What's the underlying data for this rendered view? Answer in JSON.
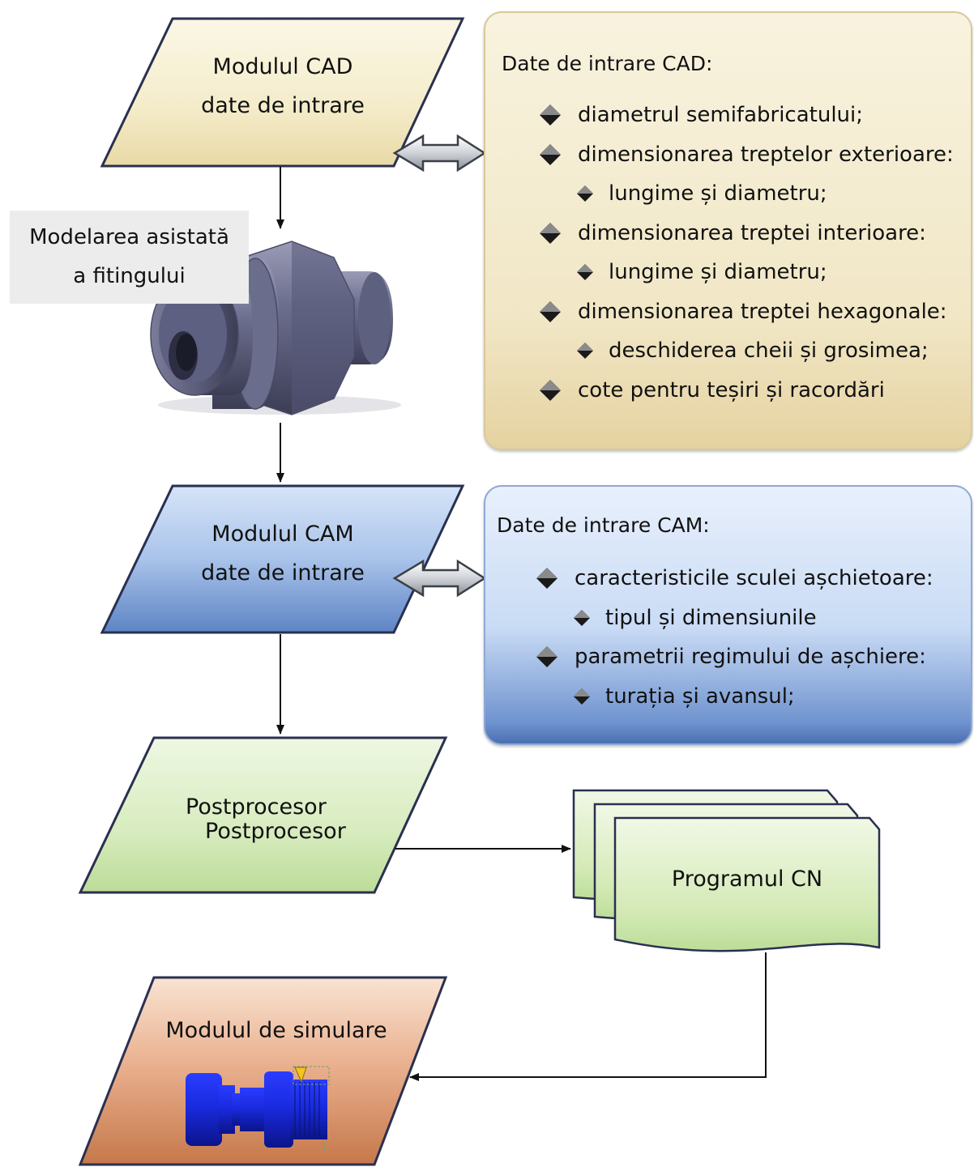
{
  "colors": {
    "cad_fill": "#f3ebc9",
    "cam_fill": "#8aaee0",
    "post_fill": "#d4eab8",
    "sim_fill": "#e3a27a",
    "program_fill": "#cfe6b0"
  },
  "flow": {
    "cad": {
      "line1": "Modulul CAD",
      "line2": "date de intrare"
    },
    "cam": {
      "line1": "Modulul CAM",
      "line2": "date de intrare"
    },
    "post": {
      "line1": "Postprocesor",
      "line2": "Postprocesor"
    },
    "program": {
      "label": "Programul CN"
    },
    "sim": {
      "label": "Modulul de simulare"
    }
  },
  "model_label": {
    "line1": "Modelarea asistată",
    "line2": "a fitingului"
  },
  "cad_panel": {
    "title": "Date de intrare CAD:",
    "items": [
      {
        "level": 1,
        "text": "diametrul semifabricatului;"
      },
      {
        "level": 1,
        "text": "dimensionarea treptelor exterioare:"
      },
      {
        "level": 2,
        "text": "lungime și diametru;"
      },
      {
        "level": 1,
        "text": "dimensionarea treptei interioare:"
      },
      {
        "level": 2,
        "text": "lungime și diametru;"
      },
      {
        "level": 1,
        "text": "dimensionarea treptei hexagonale:"
      },
      {
        "level": 2,
        "text": "deschiderea cheii și grosimea;"
      },
      {
        "level": 1,
        "text": "cote pentru teșiri și racordări"
      }
    ]
  },
  "cam_panel": {
    "title": "Date de intrare CAM:",
    "items": [
      {
        "level": 1,
        "text": "caracteristicile sculei așchietoare:"
      },
      {
        "level": 2,
        "text": "tipul și dimensiunile"
      },
      {
        "level": 1,
        "text": "parametrii regimului de așchiere:"
      },
      {
        "level": 2,
        "text": "turația și avansul;"
      }
    ]
  }
}
